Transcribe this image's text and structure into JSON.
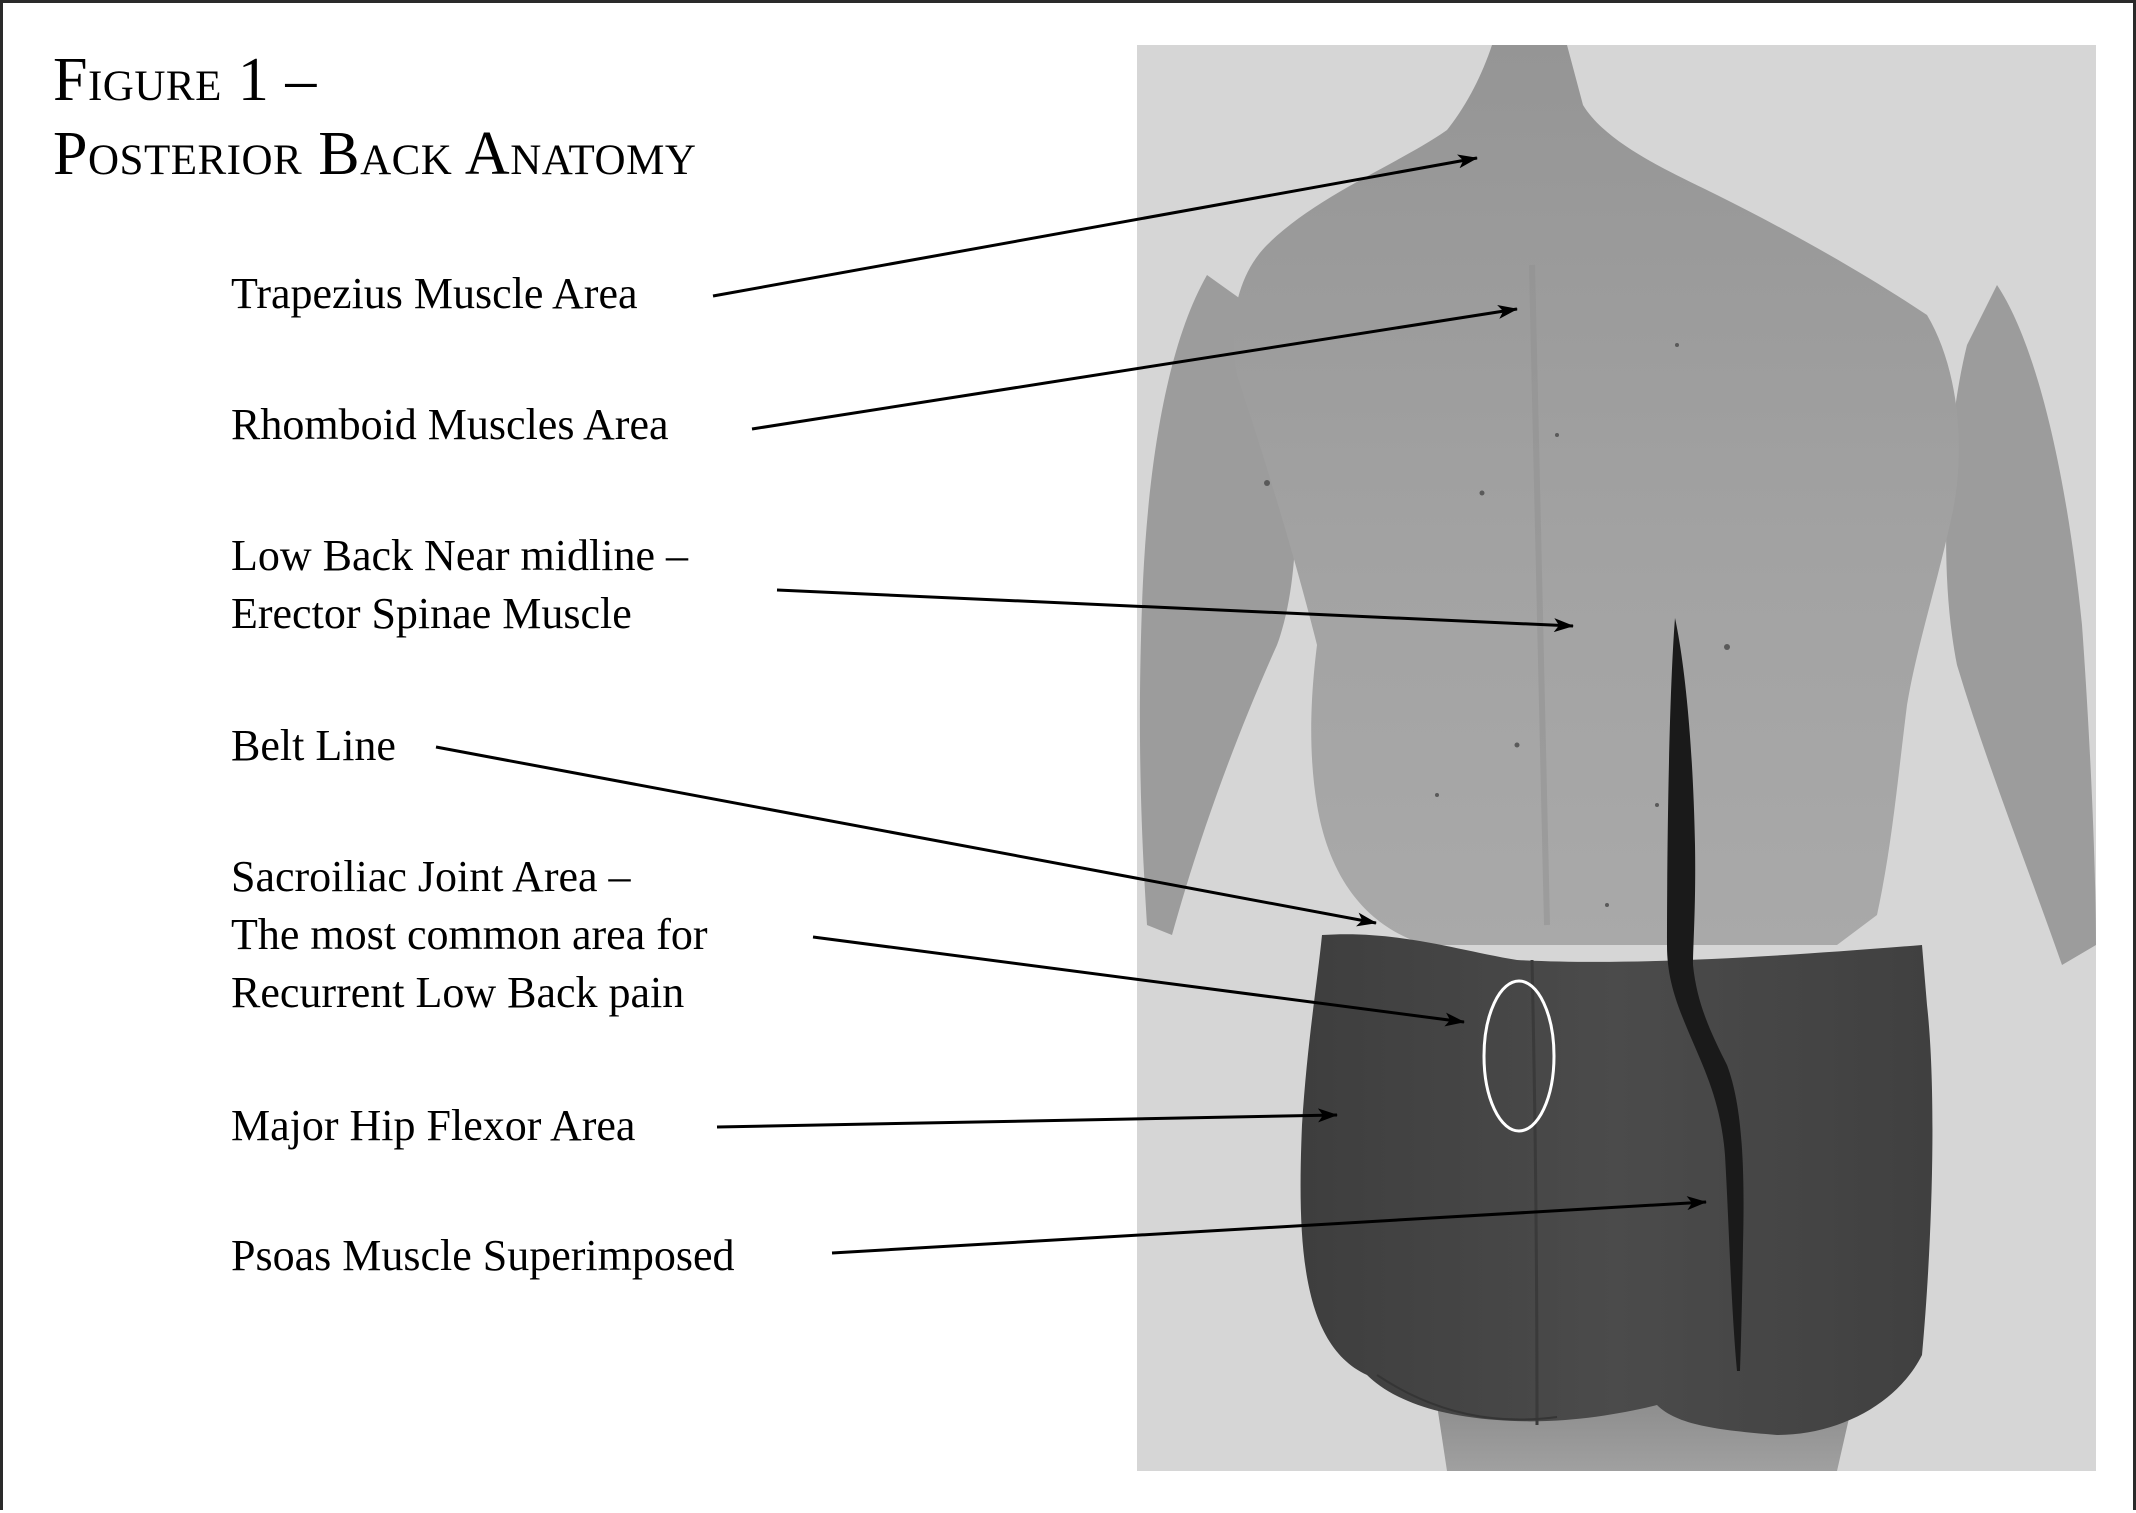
{
  "figure": {
    "title_line1": "Figure 1 –",
    "title_line2": "Posterior Back Anatomy"
  },
  "labels": [
    {
      "id": "trapezius",
      "lines": [
        "Trapezius Muscle Area"
      ]
    },
    {
      "id": "rhomboid",
      "lines": [
        "Rhomboid Muscles Area"
      ]
    },
    {
      "id": "erector",
      "lines": [
        "Low Back Near midline –",
        "Erector Spinae Muscle"
      ]
    },
    {
      "id": "belt",
      "lines": [
        "Belt Line"
      ]
    },
    {
      "id": "sacroiliac",
      "lines": [
        "Sacroiliac Joint Area –",
        "The most common area for",
        "Recurrent Low Back pain"
      ]
    },
    {
      "id": "hip-flexor",
      "lines": [
        "Major Hip Flexor Area"
      ]
    },
    {
      "id": "psoas",
      "lines": [
        "Psoas Muscle Superimposed"
      ]
    }
  ],
  "photo": {
    "description": "Grayscale photograph of a man's back viewed from behind, wearing dark swim trunks",
    "colors": {
      "background": "#d6d6d6",
      "skin": "#9a9a9a",
      "skin_light": "#a8a8a8",
      "shorts": "#4a4a4a",
      "psoas_overlay": "#1a1a1a",
      "sacroiliac_ellipse": "#ffffff"
    }
  },
  "colors": {
    "text": "#000000",
    "arrow": "#000000",
    "border": "#2a2a2a",
    "page": "#ffffff"
  }
}
